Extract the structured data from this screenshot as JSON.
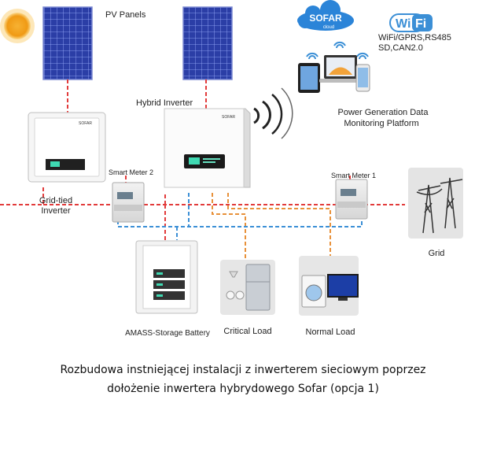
{
  "labels": {
    "pv_panels": "PV Panels",
    "hybrid_inverter": "Hybrid Inverter",
    "grid_tied_inverter_line1": "Grid-tied",
    "grid_tied_inverter_line2": "Inverter",
    "smart_meter_2": "Smart Meter 2",
    "smart_meter_1": "Smart Meter 1",
    "grid": "Grid",
    "battery": "AMASS-Storage Battery",
    "critical_load": "Critical Load",
    "normal_load": "Normal Load",
    "platform_line1": "Power Generation Data",
    "platform_line2": "Monitoring Platform",
    "comm_line1": "WiFi/GPRS,RS485",
    "comm_line2": "SD,CAN2.0",
    "sofar_logo": "SOFAR",
    "sofar_logo_sub": "cloud",
    "wifi_logo_1": "Wi",
    "wifi_logo_2": "Fi",
    "inverter_brand": "SOFAR"
  },
  "caption": {
    "line1": "Rozbudowa instniejącej instalacji z inwerterem sieciowym poprzez",
    "line2": "dołożenie inwertera hybrydowego Sofar (opcja 1)"
  },
  "colors": {
    "ac_line": "#e23b3b",
    "comm_line": "#3b8fd6",
    "load_line": "#e8913a",
    "panel_blue": "#2c3fa8",
    "sun": "#f4a21d",
    "cloud": "#2b84d8"
  }
}
